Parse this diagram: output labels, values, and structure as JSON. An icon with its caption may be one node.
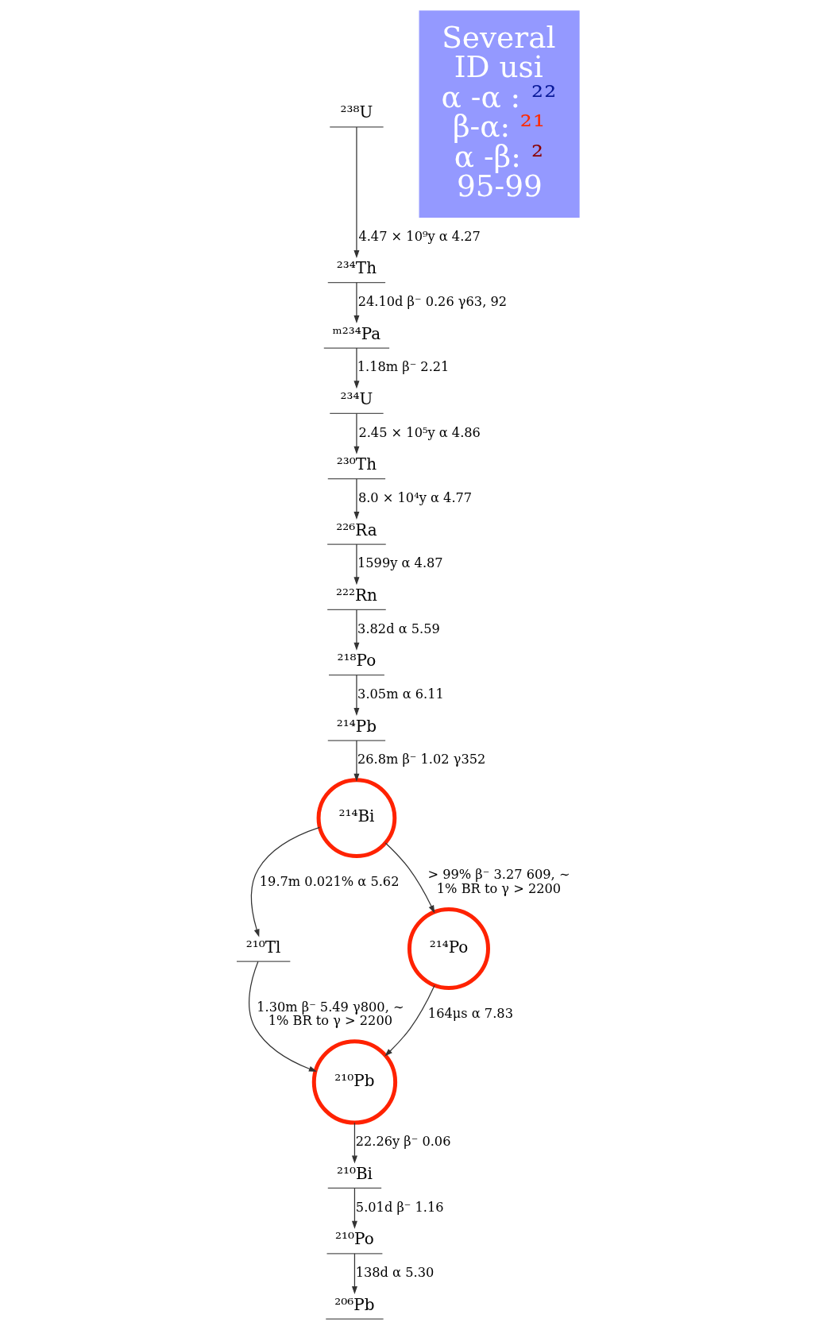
{
  "diagram": {
    "nodes": [
      {
        "text": [
          "²³⁸U"
        ]
      },
      {
        "text": [
          "²³⁴Th"
        ]
      },
      {
        "text": [
          "ᵐ²³⁴Pa"
        ]
      },
      {
        "text": [
          "²³⁴U"
        ]
      },
      {
        "text": [
          "²³⁰Th"
        ]
      },
      {
        "text": [
          "²²⁶Ra"
        ]
      },
      {
        "text": [
          "²²²Rn"
        ]
      },
      {
        "text": [
          "²¹⁸Po"
        ]
      },
      {
        "text": [
          "²¹⁴Pb"
        ]
      },
      {
        "text": [
          "²¹⁴Bi"
        ]
      },
      {
        "text": [
          "²¹⁰Tl"
        ]
      },
      {
        "text": [
          "²¹⁴Po"
        ]
      },
      {
        "text": [
          "²¹⁰Pb"
        ]
      },
      {
        "text": [
          "²¹⁰Bi"
        ]
      },
      {
        "text": [
          "²¹⁰Po"
        ]
      },
      {
        "text": [
          "²⁰⁶Pb"
        ]
      },
      {
        "text": [
          "Several",
          "ID usi",
          "α -α : ²²",
          "β-α: ²¹",
          "α -β: ²",
          "95-99"
        ]
      }
    ],
    "edges": [
      {
        "from": 0,
        "to": 1,
        "arrow": "to",
        "label": "4.47 × 10⁹y α 4.27"
      },
      {
        "from": 1,
        "to": 2,
        "arrow": "to",
        "label": "24.10d β⁻ 0.26 γ63, 92"
      },
      {
        "from": 2,
        "to": 3,
        "arrow": "to",
        "label": "1.18m β⁻ 2.21"
      },
      {
        "from": 3,
        "to": 4,
        "arrow": "to",
        "label": "2.45 × 10⁵y α 4.86"
      },
      {
        "from": 4,
        "to": 5,
        "arrow": "to",
        "label": "8.0 × 10⁴y α 4.77"
      },
      {
        "from": 5,
        "to": 6,
        "arrow": "to",
        "label": "1599y α 4.87"
      },
      {
        "from": 6,
        "to": 7,
        "arrow": "to",
        "label": "3.82d α 5.59"
      },
      {
        "from": 7,
        "to": 8,
        "arrow": "to",
        "label": "3.05m α 6.11"
      },
      {
        "from": 8,
        "to": 9,
        "arrow": "to",
        "label": "26.8m β⁻ 1.02 γ352"
      },
      {
        "from": 9,
        "to": 10,
        "arrow": "to",
        "label": "19.7m 0.021% α 5.62"
      },
      {
        "from": 9,
        "to": 11,
        "arrow": "to",
        "label": "> 99% β⁻ 3.27 609, ∼ 1% BR to γ > 2200"
      },
      {
        "from": 10,
        "to": 12,
        "arrow": "to",
        "label": "1.30m β⁻ 5.49 γ800, ∼ 1% BR to γ > 2200"
      },
      {
        "from": 11,
        "to": 12,
        "arrow": "to",
        "label": "164μs α 7.83"
      },
      {
        "from": 12,
        "to": 13,
        "arrow": "to",
        "label": "22.26y β⁻ 0.06"
      },
      {
        "from": 13,
        "to": 14,
        "arrow": "to",
        "label": "5.01d β⁻ 1.16"
      },
      {
        "from": 14,
        "to": 15,
        "arrow": "to",
        "label": "138d α 5.30"
      }
    ]
  }
}
